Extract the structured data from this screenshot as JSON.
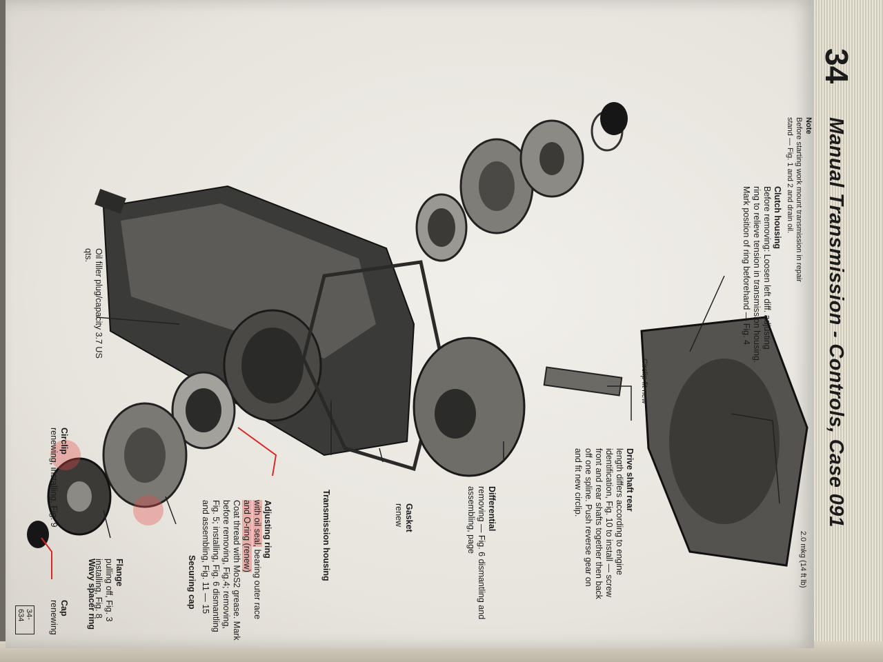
{
  "chapter": {
    "number": "34",
    "title": "Manual Transmission - Controls, Case 091"
  },
  "note": {
    "title": "Note",
    "body": "Before starting work mount transmission in repair stand — Fig. 1 and 2 and drain oil."
  },
  "callouts": {
    "clutch_housing": {
      "title": "Clutch housing",
      "body": "Before removing: Loosen left diff. adjusting ring to relieve tension in transmission housing. Mark position of ring beforehand — Fig. 4"
    },
    "torque": "2.0 mkg (14 ft lb)",
    "circlip_fit": "Circlip fit new",
    "drive_shaft": {
      "title": "Drive shaft rear",
      "body": "length differs according to engine identification, Fig. 10 to install — screw front and rear shafts together then back off one spline. Push reverse gear on and fit new circlip."
    },
    "differential": {
      "title": "Differential",
      "body": "removing — Fig. 6 dismantling and assembling, page"
    },
    "gasket": {
      "title": "Gasket",
      "body": "renew"
    },
    "oil_filler": "Oil filler plug/capacity 3.7 US qts.",
    "transmission_housing": "Transmission housing",
    "adjusting_ring": {
      "title": "Adjusting ring",
      "line1a": "with oil seal,",
      "line1b": "bearing outer race",
      "line2": "and O-ring (renew)",
      "body": "Coat thread with MoS2 grease. Mark before removing, Fig.4; removing, Fig. 5; installing, Fig. 6 dismantling and assembling, Fig. 11 — 15"
    },
    "securing_cap": "Securing cap",
    "circlip_renew": {
      "title": "Circlip",
      "body": "renewing, installing, Fig. 9"
    },
    "flange": {
      "title": "Flange",
      "body": "pulling off, Fig. 3 installing, Fig. 8"
    },
    "wavy_spacer": "Wavy spacer ring",
    "cap": {
      "title": "Cap",
      "body": "renewing"
    },
    "page_ref": "34-634"
  },
  "colors": {
    "highlight": "#e54a4a",
    "leader_red": "#d62828",
    "ink": "#1b1b1b"
  }
}
